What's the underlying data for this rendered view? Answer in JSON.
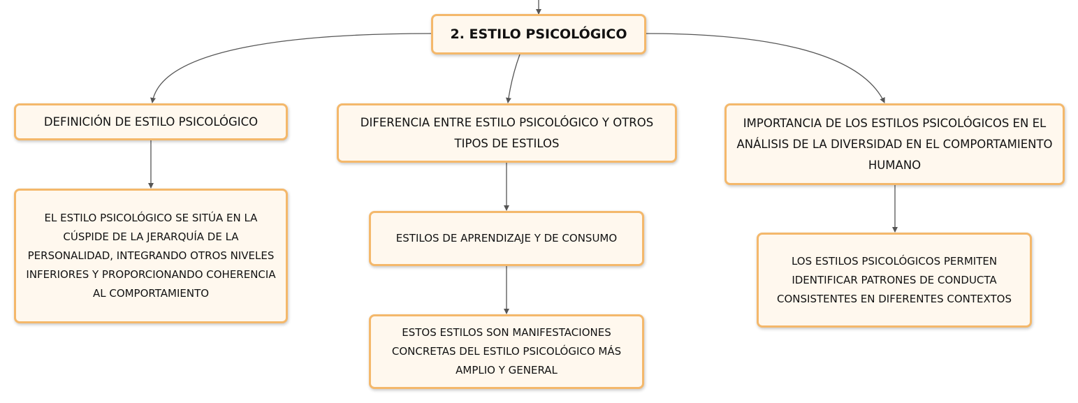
{
  "diagram": {
    "root": {
      "label": "2. ESTILO PSICOLÓGICO"
    },
    "branches": [
      {
        "label": "DEFINICIÓN DE ESTILO PSICOLÓGICO",
        "children": [
          {
            "label": "EL ESTILO PSICOLÓGICO SE SITÚA EN LA CÚSPIDE DE LA JERARQUÍA DE LA PERSONALIDAD, INTEGRANDO OTROS NIVELES INFERIORES Y PROPORCIONANDO COHERENCIA AL COMPORTAMIENTO"
          }
        ]
      },
      {
        "label": "DIFERENCIA ENTRE ESTILO PSICOLÓGICO Y OTROS TIPOS DE ESTILOS",
        "children": [
          {
            "label": "ESTILOS DE APRENDIZAJE Y DE CONSUMO",
            "children": [
              {
                "label": "ESTOS ESTILOS SON MANIFESTACIONES CONCRETAS DEL ESTILO PSICOLÓGICO MÁS AMPLIO Y GENERAL"
              }
            ]
          }
        ]
      },
      {
        "label": "IMPORTANCIA DE LOS ESTILOS PSICOLÓGICOS EN EL ANÁLISIS DE LA DIVERSIDAD EN EL COMPORTAMIENTO HUMANO",
        "children": [
          {
            "label": "LOS ESTILOS PSICOLÓGICOS PERMITEN IDENTIFICAR PATRONES DE CONDUCTA CONSISTENTES EN DIFERENTES CONTEXTOS"
          }
        ]
      }
    ]
  },
  "colors": {
    "node_border": "#f4b86b",
    "node_fill": "#fff8ee",
    "connector": "#555555",
    "text": "#111111"
  }
}
